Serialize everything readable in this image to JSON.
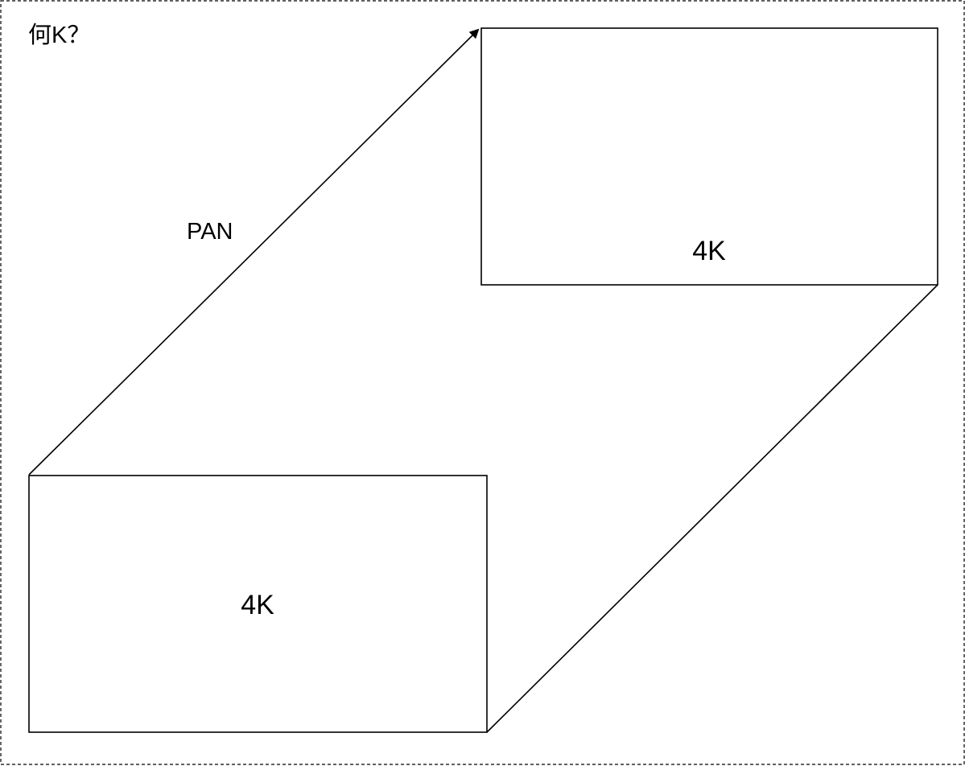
{
  "frame": {
    "title": "何K？"
  },
  "arrow": {
    "label": "PAN"
  },
  "boxes": {
    "source": {
      "label": "4K"
    },
    "target": {
      "label": "4K"
    }
  },
  "colors": {
    "stroke": "#000000",
    "background": "#ffffff",
    "frame_border": "#000000"
  }
}
